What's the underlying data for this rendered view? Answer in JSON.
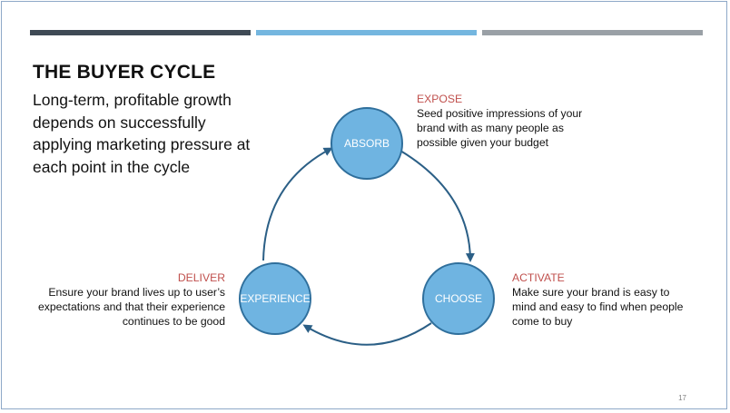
{
  "slide": {
    "title": "THE BUYER CYCLE",
    "subtitle": "Long-term, profitable growth depends on successfully applying marketing pressure at each point in the cycle",
    "page_number": "17"
  },
  "nodes": [
    {
      "label": "ABSORB"
    },
    {
      "label": "CHOOSE"
    },
    {
      "label": "EXPERIENCE"
    }
  ],
  "annotations": {
    "expose": {
      "heading": "EXPOSE",
      "text": "Seed positive impressions of your brand with as many people as possible given your budget"
    },
    "activate": {
      "heading": "ACTIVATE",
      "text": "Make sure your brand is easy to mind and easy to find when people come to buy"
    },
    "deliver": {
      "heading": "DELIVER",
      "text": "Ensure your brand lives up to user’s expectations and that their experience continues to be good"
    }
  },
  "colors": {
    "node_fill": "#6fb4e1",
    "node_stroke": "#2f6f9c",
    "arrow": "#2b5f86",
    "heading": "#c0504d",
    "bar_dark": "#3f4a55",
    "bar_blue": "#74b6df",
    "bar_gray": "#9aa0a6"
  }
}
